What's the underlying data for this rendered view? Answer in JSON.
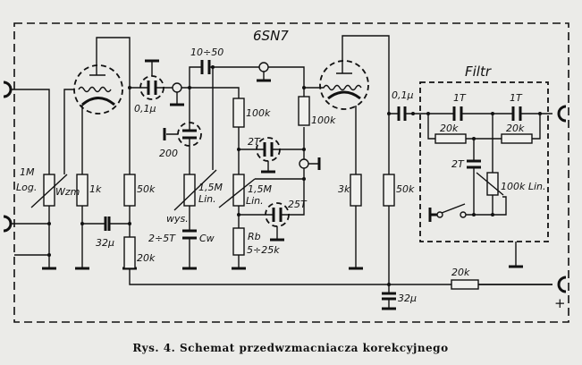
{
  "tube_type": "6SN7",
  "filter_title": "Filtr",
  "caption": "Rys. 4. Schemat przedwzmacniacza korekcyjnego",
  "labels": {
    "c_coupling_1": "0,1µ",
    "c_10_50": "10÷50",
    "c_200": "200",
    "r_100k_a": "100k",
    "r_100k_b": "100k",
    "c_2t": "2T",
    "pot_1m": "1M",
    "pot_1m_taper": "Log.",
    "pot_wzm": "Wzm",
    "r_1k": "1k",
    "r_50k_a": "50k",
    "c_32u_a": "32µ",
    "r_20k_a": "20k",
    "pot_15m_a": "1,5M",
    "pot_15m_a_taper": "Lin.",
    "wys": "wys.",
    "c_w_value": "2÷5T",
    "c_w": "Cw",
    "pot_15m_b": "1,5M",
    "pot_15m_b_taper": "Lin.",
    "c_25t": "25T",
    "r_b": "Rb",
    "r_b_value": "5÷25k",
    "r_3k": "3k",
    "r_50k_b": "50k",
    "c_coupling_2": "0,1µ",
    "c_1t_a": "1T",
    "c_1t_b": "1T",
    "r_20k_f1": "20k",
    "r_20k_f2": "20k",
    "c_2t_f": "2T",
    "pot_100k": "100k Lin.",
    "r_20k_b": "20k",
    "c_32u_b": "32µ",
    "plus": "+"
  }
}
